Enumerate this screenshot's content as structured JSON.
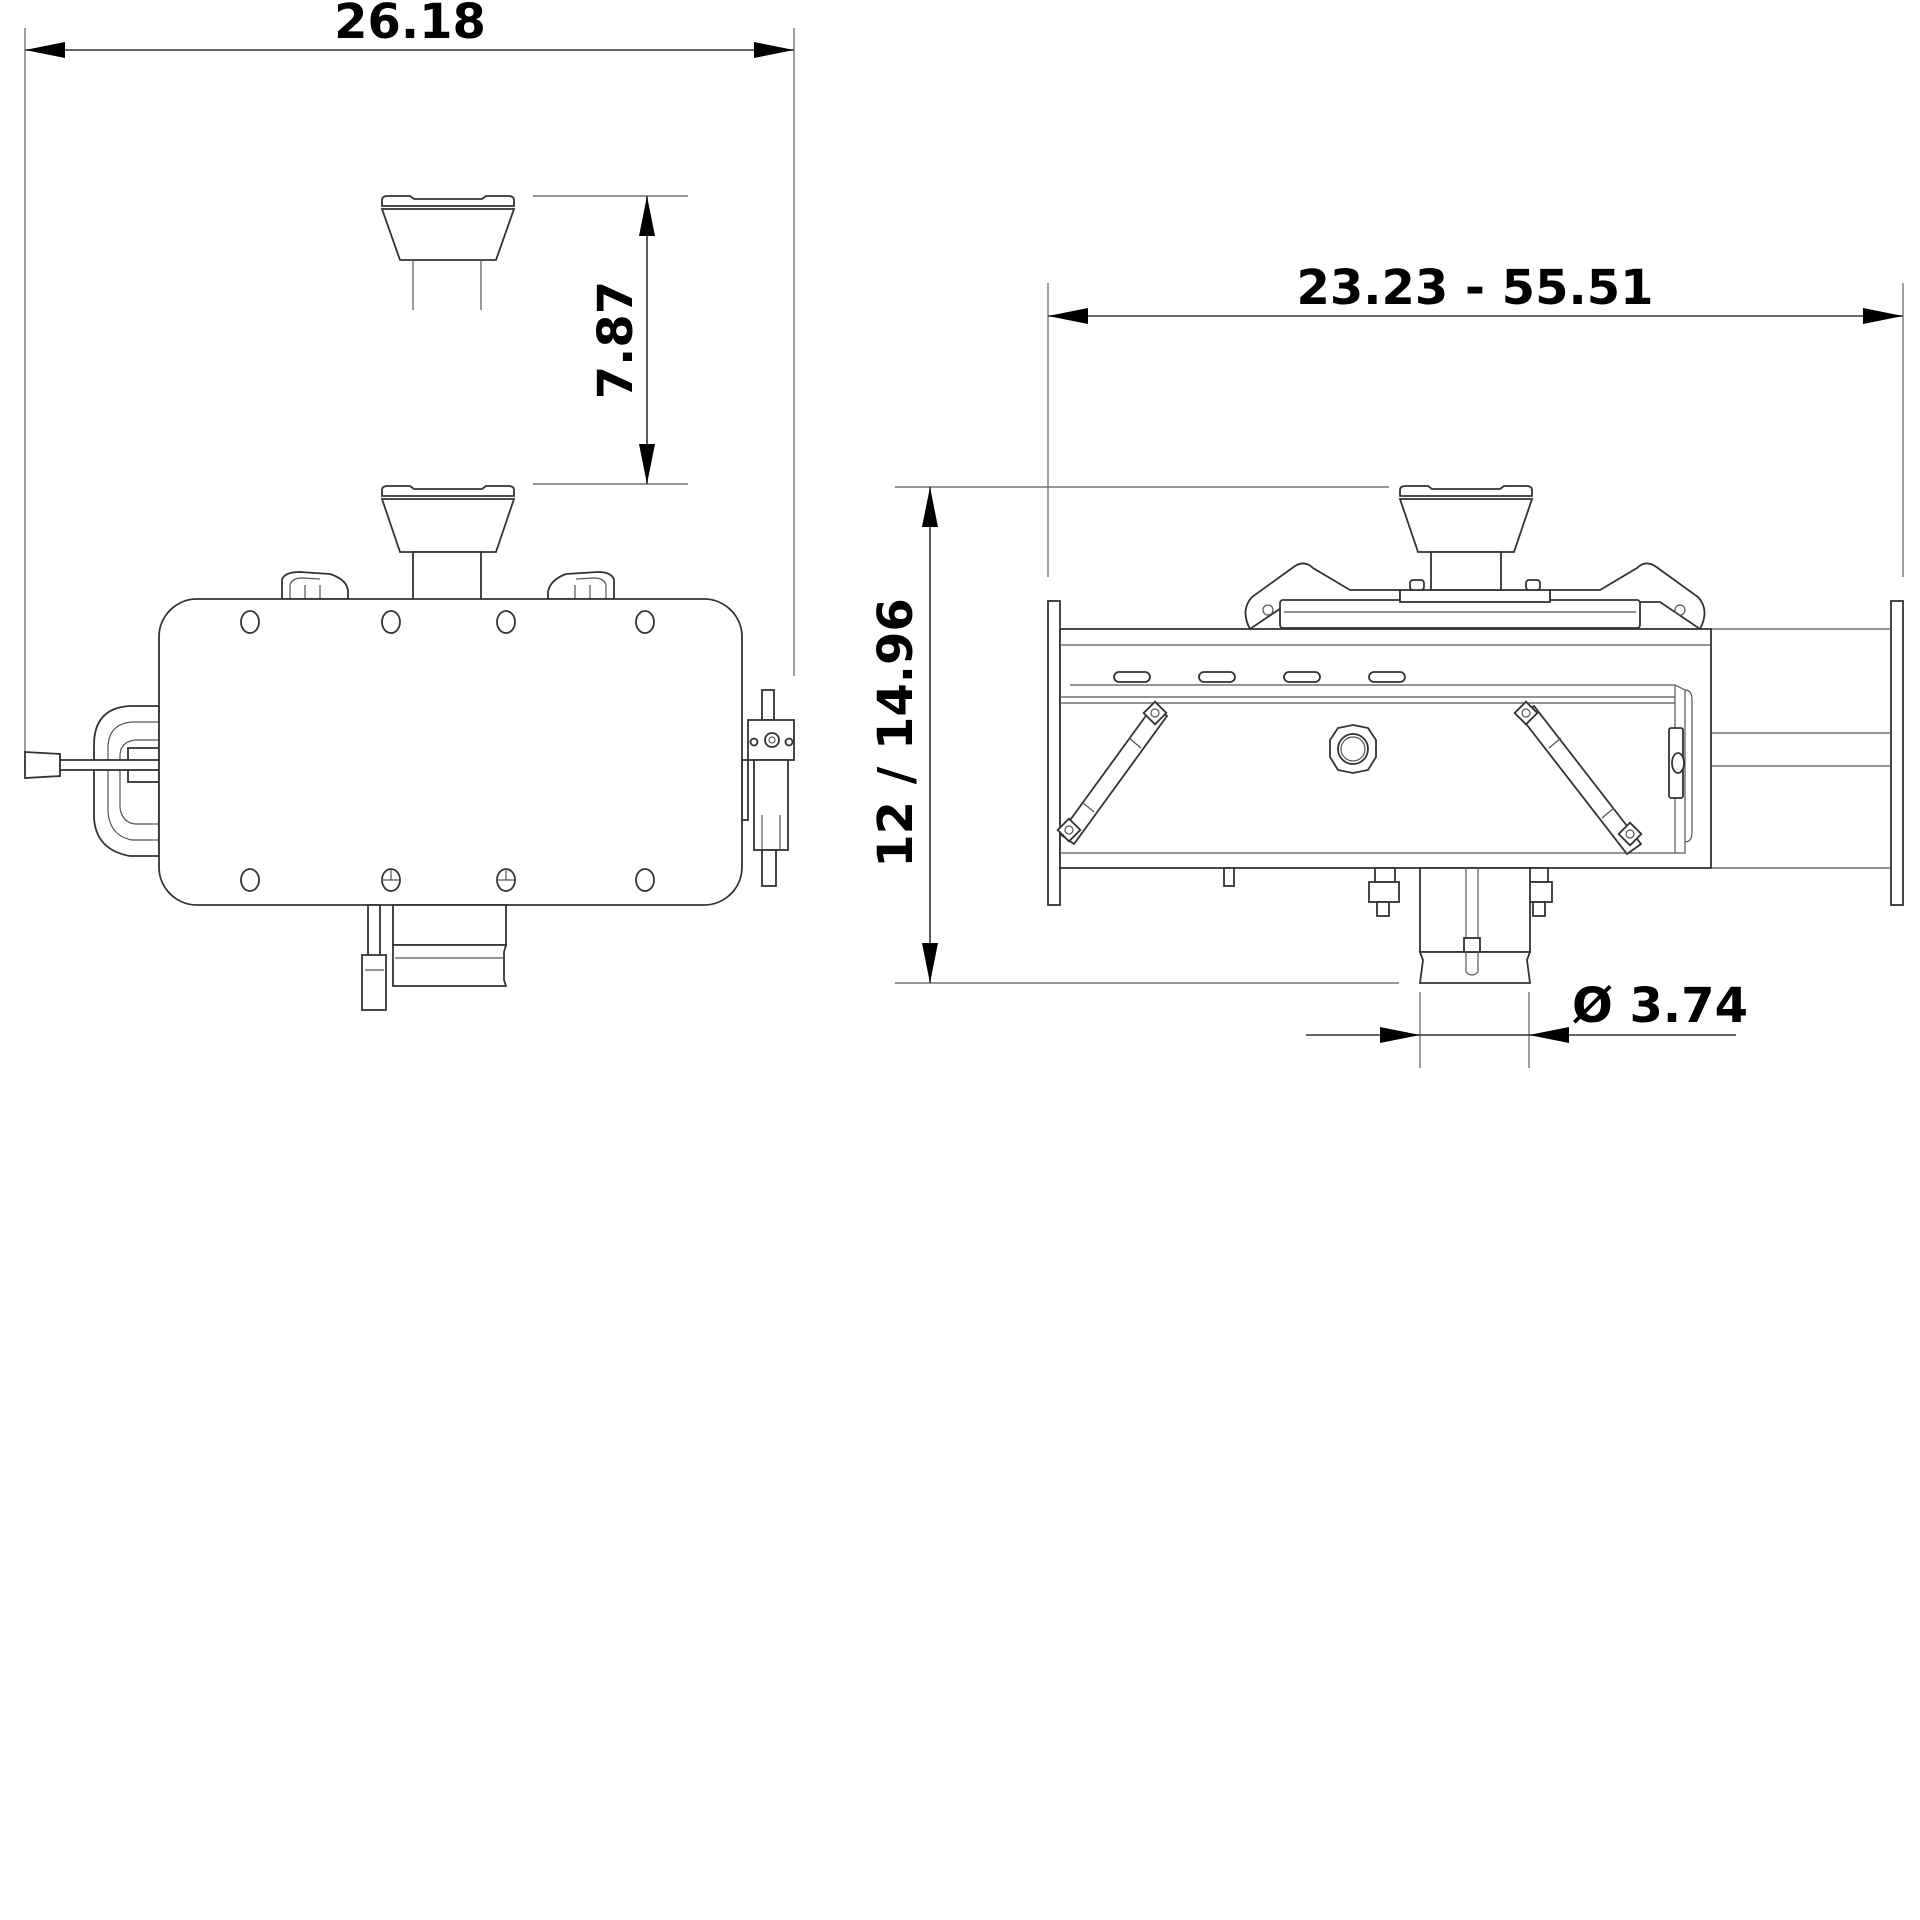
{
  "drawing": {
    "type": "mechanical dimension drawing",
    "line_color": "#333333",
    "text_color": "#000000",
    "background": "#ffffff"
  },
  "views": {
    "top_view": {
      "dimensions": {
        "overall_width": "26.18",
        "knob_travel": "7.87"
      }
    },
    "side_view": {
      "dimensions": {
        "length_range": "23.23 - 55.51",
        "height": "12 / 14.96",
        "diameter": "Ø 3.74"
      }
    }
  }
}
